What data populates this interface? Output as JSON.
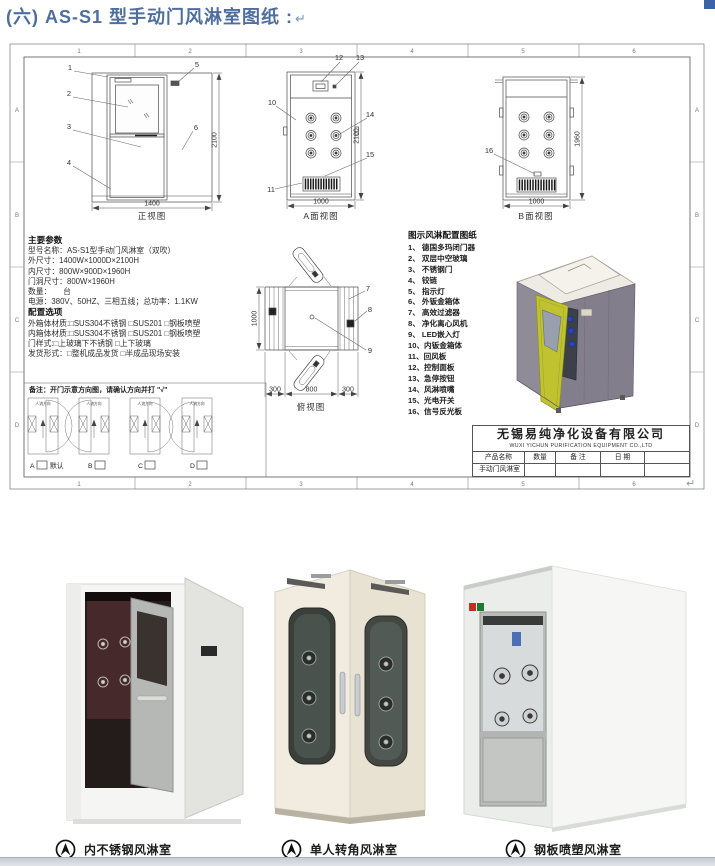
{
  "page": {
    "title": "(六) AS-S1 型手动门风淋室图纸 :",
    "return_mark": "↵"
  },
  "sheet": {
    "grid": {
      "cols": [
        "1",
        "2",
        "3",
        "4",
        "5",
        "6"
      ],
      "rows": [
        "A",
        "B",
        "C",
        "D"
      ]
    },
    "views": {
      "front": {
        "label": "正视图",
        "width": "1400",
        "height": "2100"
      },
      "a": {
        "label": "A面视图",
        "width": "1000",
        "height": "2100"
      },
      "b": {
        "label": "B面视图",
        "width": "1000",
        "height": "1960"
      },
      "top": {
        "label": "俯视图",
        "width_left": "1000",
        "bottom": [
          "300",
          "800",
          "300"
        ]
      }
    },
    "callouts": {
      "front": [
        "1",
        "2",
        "3",
        "4",
        "5",
        "6"
      ],
      "a": [
        "10",
        "11",
        "12",
        "13",
        "14",
        "15"
      ],
      "b": [
        "16"
      ],
      "top": [
        "7",
        "8",
        "9"
      ]
    },
    "specs": {
      "heading": "主要参数",
      "rows": [
        "型号名称：AS-S1型手动门风淋室（双吹）",
        "外尺寸：1400W×1000D×2100H",
        "内尺寸：800W×900D×1960H",
        "门洞尺寸：800W×1960H",
        "数量：　　台",
        "电源：380V、50HZ、三相五线；总功率：1.1KW"
      ],
      "config_heading": "配置选项",
      "config_rows": [
        "外箱体材质:□SUS304不锈钢 □SUS201 □钢板喷塑",
        "内箱体材质:□SUS304不锈钢 □SUS201 □钢板喷塑",
        "门样式:□上玻璃下不锈钢 □上下玻璃",
        "发货形式：□整机成品发货 □半成品现场安装"
      ]
    },
    "parts": {
      "heading": "图示风淋配置图纸",
      "items": [
        "1、 德国多玛闭门器",
        "2、 双层中空玻璃",
        "3、 不锈钢门",
        "4、 铰链",
        "5、 指示灯",
        "6、 外钣金箱体",
        "7、 高效过滤器",
        "8、 净化离心风机",
        "9、 LED嵌入灯",
        "10、内钣金箱体",
        "11、回风板",
        "12、控制面板",
        "13、急停按钮",
        "14、风淋喷嘴",
        "15、光电开关",
        "16、信号反光板"
      ]
    },
    "notes": {
      "text": "备注：开门示意方向图，请确认方向并打 \"√\"",
      "flow_label": "人流方向",
      "options": [
        {
          "key": "A",
          "tag": "默认"
        },
        {
          "key": "B",
          "tag": ""
        },
        {
          "key": "C",
          "tag": ""
        },
        {
          "key": "D",
          "tag": ""
        }
      ]
    },
    "title_block": {
      "company_cn": "无锡易纯净化设备有限公司",
      "company_en": "WUXI YICHUN PURIFICATION EQUIPMENT CO.,LTD",
      "headers": [
        "产品名称",
        "数量",
        "备 注",
        "日 期"
      ],
      "product_name": "手动门风淋室"
    }
  },
  "photos": {
    "captions": [
      "内不锈钢风淋室",
      "单人转角风淋室",
      "钢板喷塑风淋室"
    ]
  },
  "colors": {
    "heading_blue": "#4e6f9e",
    "door_yellow": "#c0c32f",
    "cabinet_purple": "#8f8b97",
    "nozzle_blue": "#2b46b2"
  }
}
